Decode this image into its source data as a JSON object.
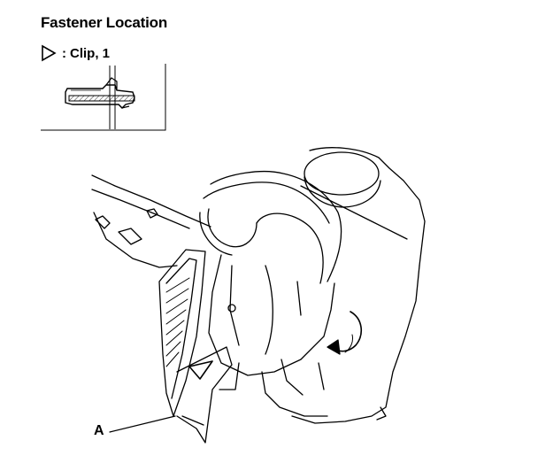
{
  "header": {
    "title": "Fastener Location"
  },
  "legend": {
    "symbol_icon": "outline-triangle-icon",
    "separator": ":",
    "text": "Clip, 1"
  },
  "callouts": [
    {
      "label": "A"
    }
  ],
  "colors": {
    "ink": "#000000",
    "paper": "#ffffff"
  }
}
